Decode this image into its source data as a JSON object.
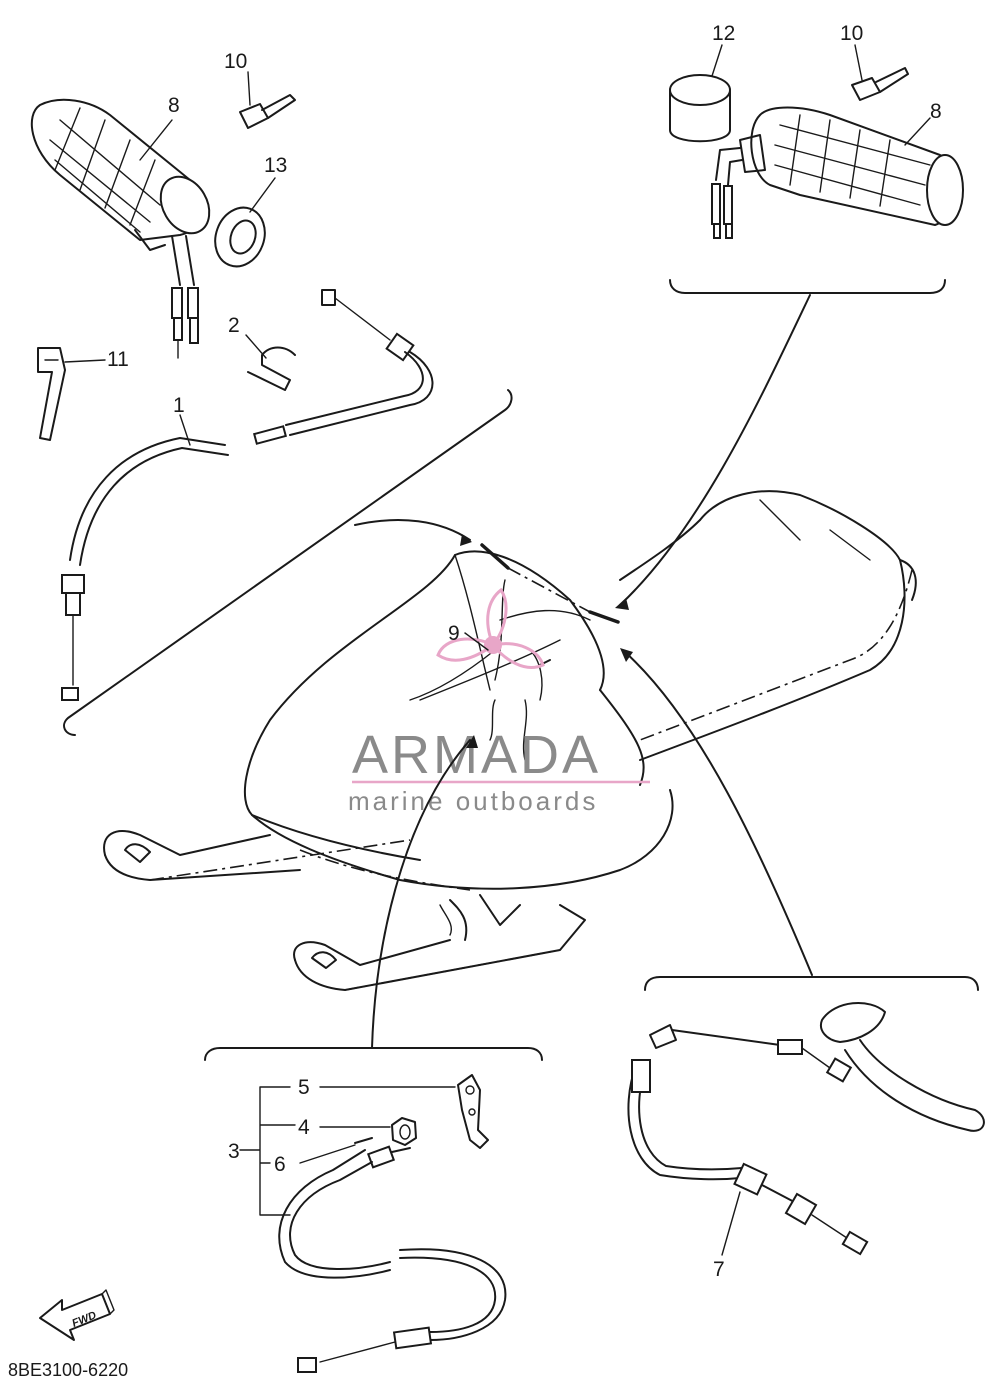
{
  "diagram": {
    "parts": {
      "p1": "1",
      "p2": "2",
      "p3": "3",
      "p4": "4",
      "p5": "5",
      "p6": "6",
      "p7": "7",
      "p8_left": "8",
      "p8_right": "8",
      "p9": "9",
      "p10_left": "10",
      "p10_right": "10",
      "p11": "11",
      "p12": "12",
      "p13": "13"
    },
    "fwd_label": "FWD",
    "drawing_code": "8BE3100-6220"
  },
  "watermark": {
    "name": "ARMADA",
    "tagline": "marine outboards",
    "accent_color": "#e8a6c8",
    "text_color": "#8a8a8a"
  }
}
